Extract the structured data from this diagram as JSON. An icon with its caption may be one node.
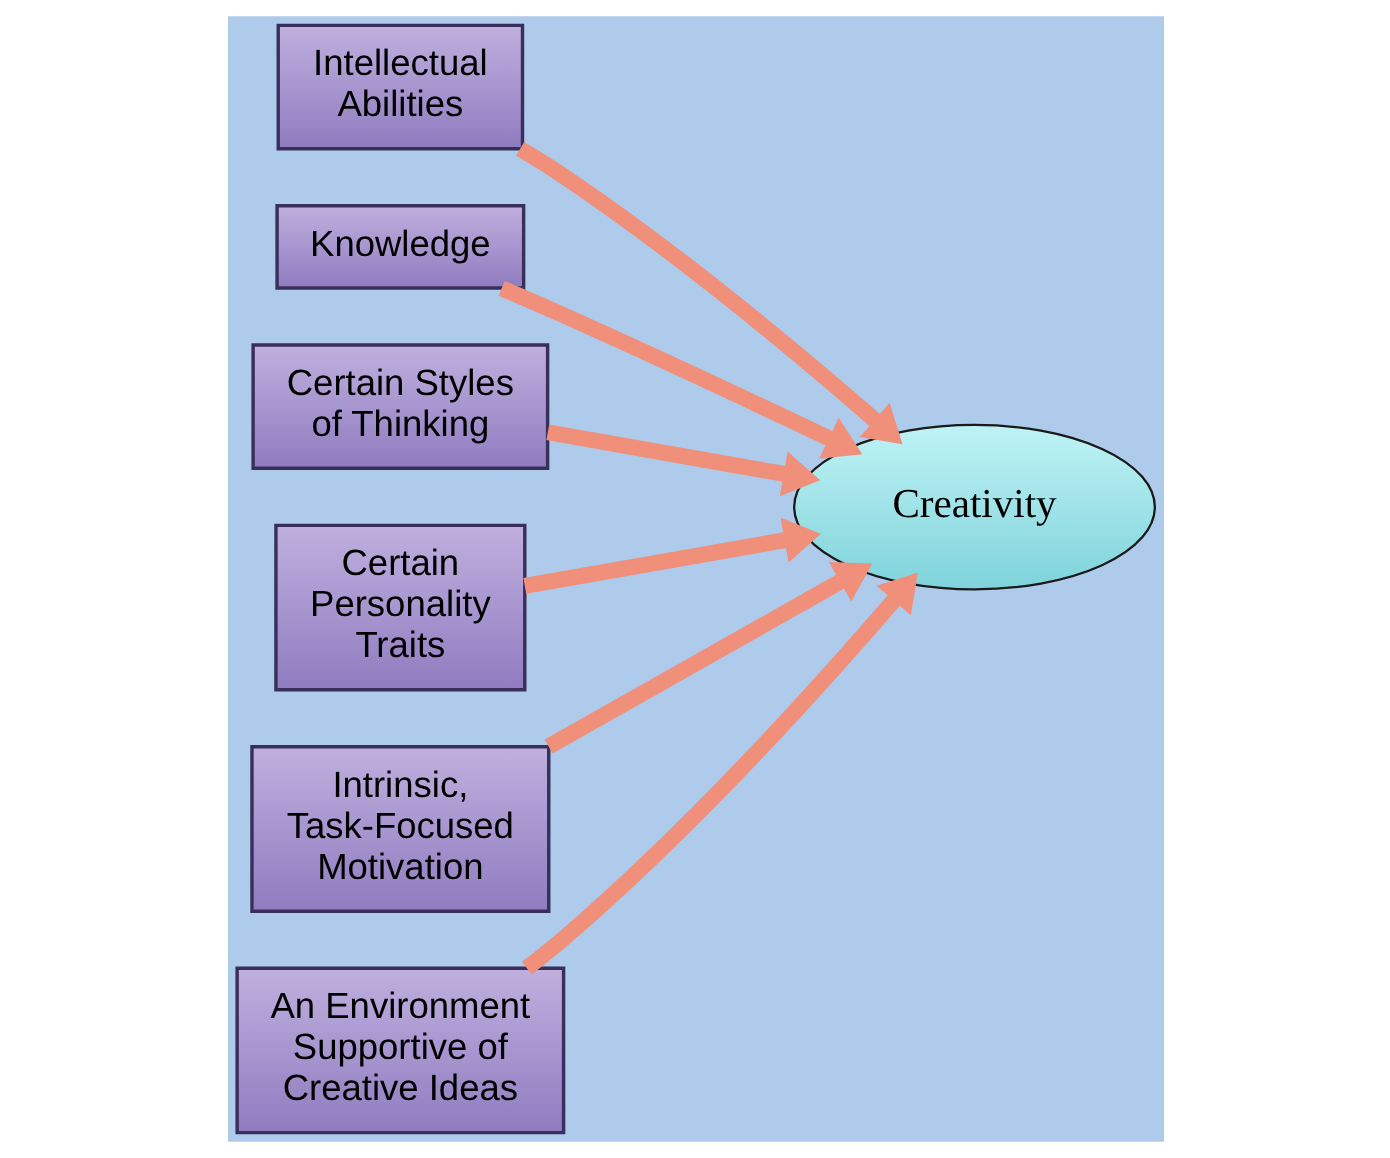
{
  "diagram": {
    "nodes": [
      {
        "text": [
          "Intellectual Abilities"
        ]
      },
      {
        "text": [
          "Knowledge"
        ]
      },
      {
        "text": [
          "Certain Styles of Thinking"
        ]
      },
      {
        "text": [
          "Creativity"
        ]
      },
      {
        "text": [
          "Certain Personality Traits"
        ]
      },
      {
        "text": [
          "Intrinsic, Task-Focused Motivation"
        ]
      },
      {
        "text": [
          "An Environment Supportive of Creative Ideas"
        ]
      }
    ],
    "edges": [
      {
        "from": 0,
        "to": 3,
        "arrow": "to"
      },
      {
        "from": 1,
        "to": 3,
        "arrow": "to"
      },
      {
        "from": 2,
        "to": 3,
        "arrow": "to"
      },
      {
        "from": 4,
        "to": 3,
        "arrow": "to"
      },
      {
        "from": 5,
        "to": 3,
        "arrow": "to"
      },
      {
        "from": 6,
        "to": 3,
        "arrow": "to"
      }
    ]
  }
}
